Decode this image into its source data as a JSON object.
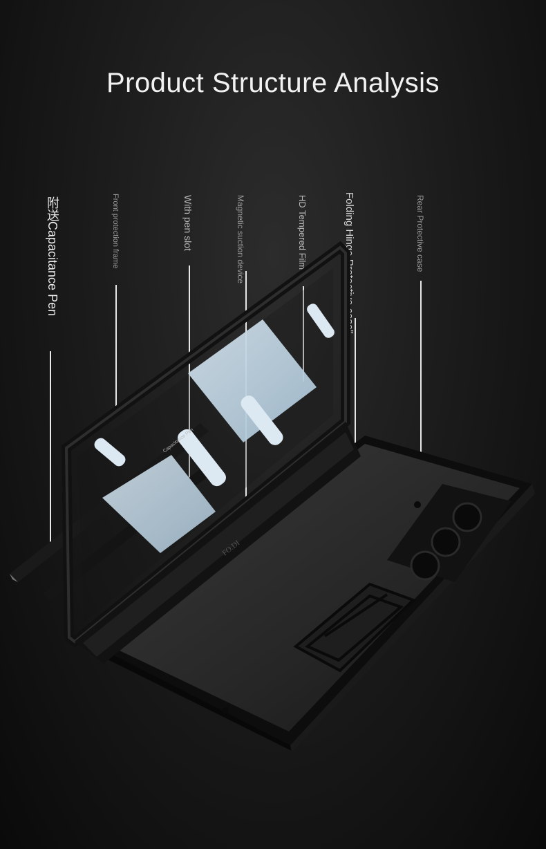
{
  "title": "Product Structure Analysis",
  "labels": {
    "pen": "附送Capacitance Pen",
    "front_frame": "Front protection frame",
    "pen_slot": "With pen slot",
    "magnetic": "Magnetic suction device",
    "hd_film": "HD Tempered Film",
    "hinge": "Folding Hinge Protective case\"",
    "rear": "Rear Protective case"
  },
  "pen_text": "Capacitance Pen",
  "brand_mark": "FO.DI"
}
